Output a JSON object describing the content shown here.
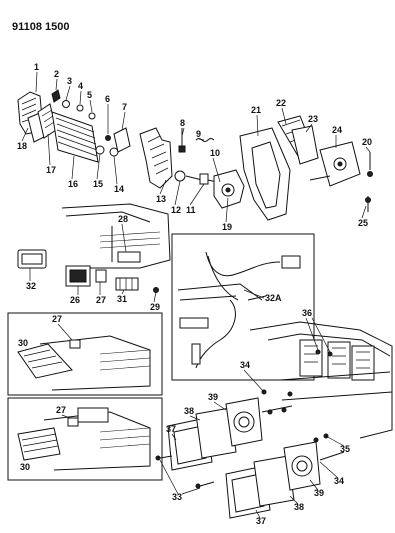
{
  "header": {
    "code": "91108 1500"
  },
  "callouts": {
    "c1": "1",
    "c2": "2",
    "c3": "3",
    "c4": "4",
    "c5": "5",
    "c6": "6",
    "c7": "7",
    "c8": "8",
    "c9": "9",
    "c10": "10",
    "c11": "11",
    "c12": "12",
    "c13": "13",
    "c14": "14",
    "c15": "15",
    "c16": "16",
    "c17": "17",
    "c18": "18",
    "c19": "19",
    "c20": "20",
    "c21": "21",
    "c22": "22",
    "c23": "23",
    "c24": "24",
    "c25": "25",
    "c26": "26",
    "c27": "27",
    "c28": "28",
    "c29": "29",
    "c30": "30",
    "c31": "31",
    "c32": "32",
    "c32a": "32A",
    "c33": "33",
    "c34": "34",
    "c35": "35",
    "c36": "36",
    "c37": "37",
    "c38": "38",
    "c39": "39"
  }
}
